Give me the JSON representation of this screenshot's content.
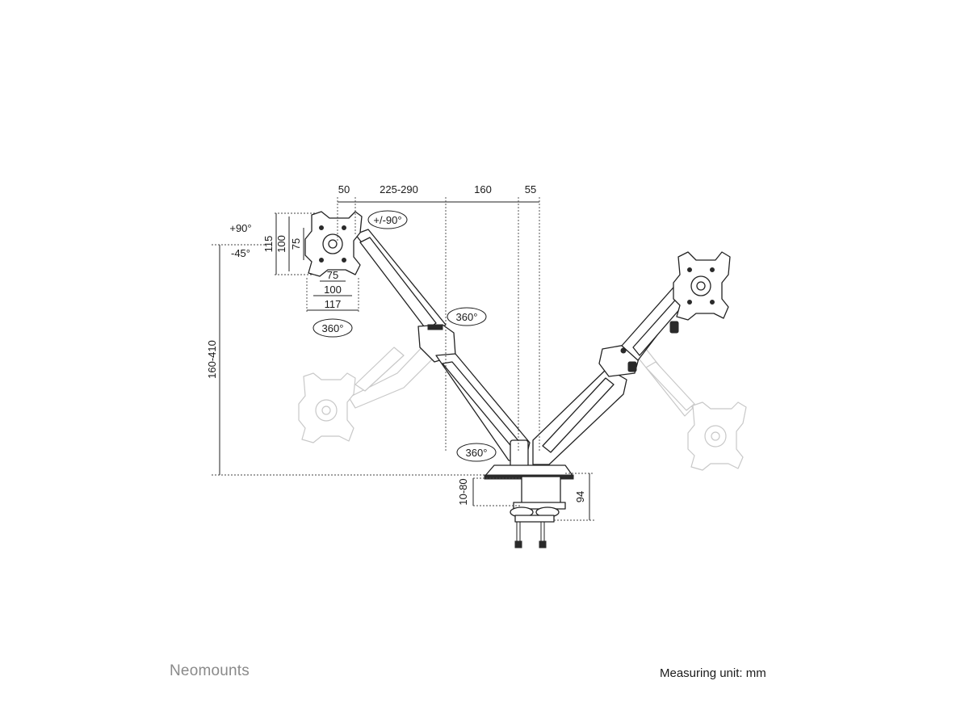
{
  "brand": {
    "logo_text": "Neomounts"
  },
  "footer": {
    "unit_text": "Measuring unit: mm"
  },
  "dimensions": {
    "top": [
      "50",
      "225-290",
      "160",
      "55"
    ],
    "height_range": "160-410",
    "tilt_up": "+90°",
    "tilt_down": "-45°",
    "rotate_vesa": "+/-90°",
    "vesa_vertical": [
      "115",
      "100",
      "75"
    ],
    "vesa_horizontal": [
      "75",
      "100",
      "117"
    ],
    "swivel_head": "360°",
    "swivel_elbow": "360°",
    "swivel_base": "360°",
    "clamp_range": "10-80",
    "clamp_height": "94"
  }
}
